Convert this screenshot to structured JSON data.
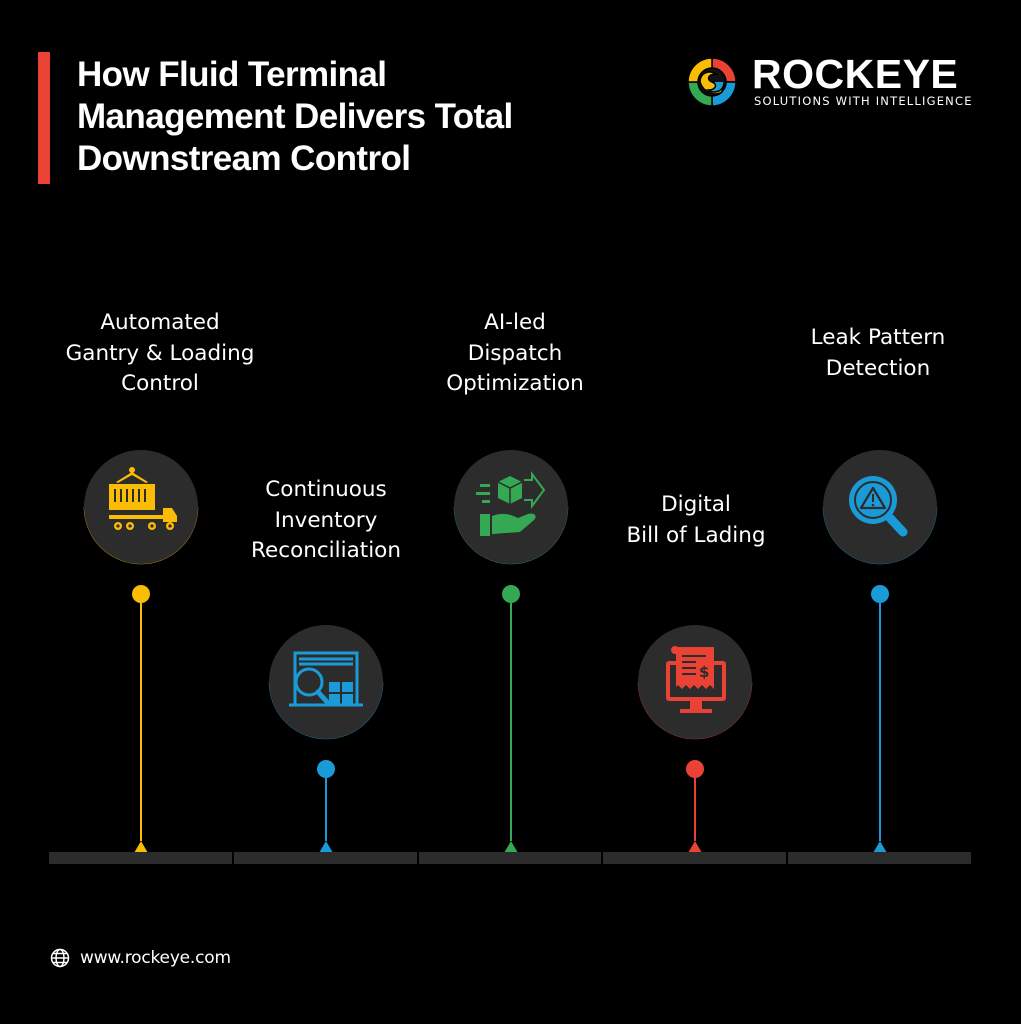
{
  "header": {
    "title_lines": [
      "How Fluid Terminal",
      "Management Delivers Total",
      "Downstream Control"
    ],
    "accent_color": "#ea4335"
  },
  "brand": {
    "name": "ROCKEYE",
    "tagline": "SOLUTIONS WITH INTELLIGENCE",
    "logo_colors": [
      "#ea4335",
      "#fbbc05",
      "#1a9bd7",
      "#34a853"
    ]
  },
  "steps": [
    {
      "id": 1,
      "label_lines": [
        "Automated",
        "Gantry & Loading",
        "Control"
      ],
      "icon": "container-truck-icon",
      "color": "#fbbc05",
      "position": "high"
    },
    {
      "id": 2,
      "label_lines": [
        "Continuous",
        "Inventory",
        "Reconciliation"
      ],
      "icon": "warehouse-search-icon",
      "color": "#1a9bd7",
      "position": "low"
    },
    {
      "id": 3,
      "label_lines": [
        "AI-led",
        "Dispatch",
        "Optimization"
      ],
      "icon": "hand-package-delivery-icon",
      "color": "#34a853",
      "position": "high"
    },
    {
      "id": 4,
      "label_lines": [
        "Digital",
        "Bill of Lading"
      ],
      "icon": "monitor-invoice-icon",
      "color": "#ea4335",
      "position": "low"
    },
    {
      "id": 5,
      "label_lines": [
        "Leak Pattern",
        "Detection"
      ],
      "icon": "search-warning-icon",
      "color": "#1a9bd7",
      "position": "high"
    }
  ],
  "timeline": {
    "segments": 5,
    "track_color": "#2c2c2c"
  },
  "footer": {
    "icon": "globe-icon",
    "url": "www.rockeye.com"
  }
}
